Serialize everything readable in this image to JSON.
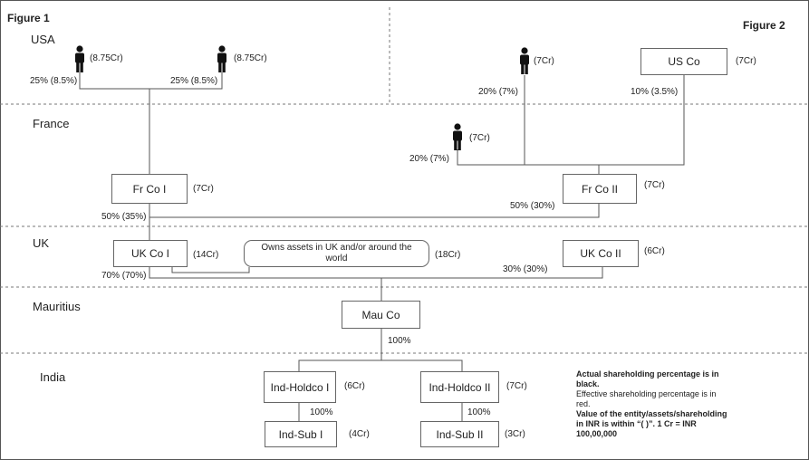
{
  "figures": {
    "figure1": "Figure 1",
    "figure2": "Figure 2"
  },
  "regions": {
    "usa": "USA",
    "france": "France",
    "uk": "UK",
    "mauritius": "Mauritius",
    "india": "India"
  },
  "figure1": {
    "person1_value": "(8.75Cr)",
    "person2_value": "(8.75Cr)",
    "person1_share": "25% (8.5%)",
    "person2_share": "25% (8.5%)"
  },
  "figure2": {
    "person_usa_value": "(7Cr)",
    "person_usa_share": "20% (7%)",
    "us_co_label": "US Co",
    "us_co_value": "(7Cr)",
    "us_co_share": "10% (3.5%)",
    "person_france_value": "(7Cr)",
    "person_france_share": "20% (7%)"
  },
  "entities": {
    "fr_co_1": {
      "label": "Fr Co I",
      "value": "(7Cr)",
      "share": "50% (35%)"
    },
    "fr_co_2": {
      "label": "Fr Co II",
      "value": "(7Cr)",
      "share": "50% (30%)"
    },
    "uk_co_1": {
      "label": "UK Co I",
      "value": "(14Cr)",
      "share": "70% (70%)"
    },
    "assets": {
      "label": "Owns assets in UK and/or around the world",
      "value": "(18Cr)"
    },
    "uk_co_2": {
      "label": "UK Co II",
      "value": "(6Cr)",
      "share": "30% (30%)"
    },
    "mau_co": {
      "label": "Mau Co",
      "share": "100%"
    },
    "ind_holdco_1": {
      "label": "Ind-Holdco I",
      "value": "(6Cr)",
      "share": "100%"
    },
    "ind_holdco_2": {
      "label": "Ind-Holdco II",
      "value": "(7Cr)",
      "share": "100%"
    },
    "ind_sub_1": {
      "label": "Ind-Sub I",
      "value": "(4Cr)"
    },
    "ind_sub_2": {
      "label": "Ind-Sub II",
      "value": "(3Cr)"
    }
  },
  "legend": {
    "line1": "Actual shareholding percentage is in",
    "line2": "black.",
    "line3": "Effective shareholding percentage is in",
    "line4": "red.",
    "line5": "Value of the entity/assets/shareholding",
    "line6": "in INR is within “( )”. 1 Cr = INR",
    "line7": "100,00,000"
  },
  "icons": {
    "person": "person-icon"
  },
  "colors": {
    "line": "#555555",
    "text": "#222222",
    "divider": "#777777"
  }
}
